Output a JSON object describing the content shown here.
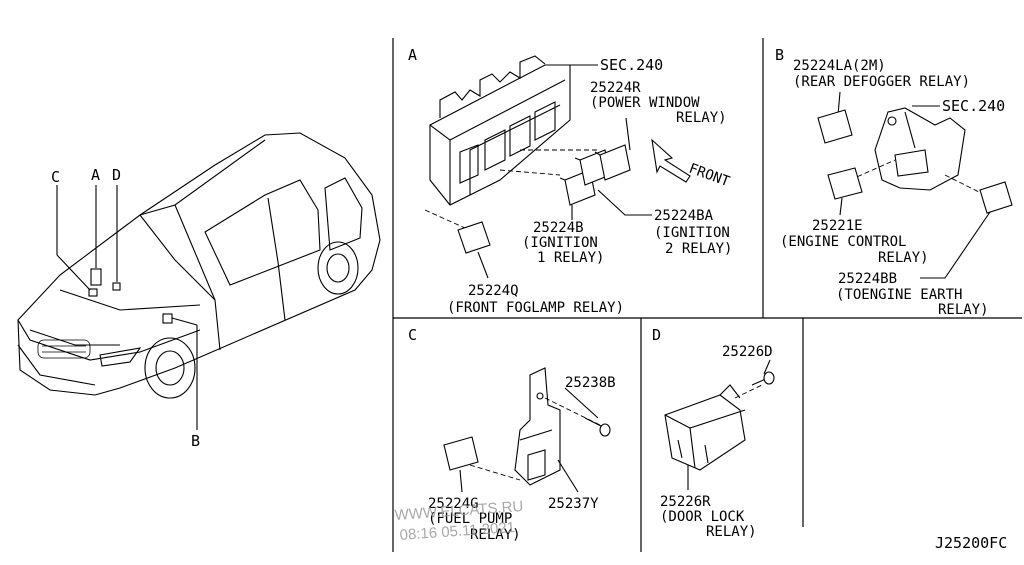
{
  "panels": {
    "a": {
      "letter": "A"
    },
    "b": {
      "letter": "B"
    },
    "c": {
      "letter": "C"
    },
    "d": {
      "letter": "D"
    }
  },
  "car": {
    "callouts": {
      "c": "C",
      "a": "A",
      "d": "D",
      "b": "B"
    }
  },
  "parts_a": {
    "sec": "SEC.240",
    "power_window": {
      "number": "25224R",
      "line1": "(POWER WINDOW",
      "line2": "RELAY)"
    },
    "front": "FRONT",
    "ignition1": {
      "number": "25224B",
      "line1": "(IGNITION",
      "line2": "1 RELAY)"
    },
    "ignition2": {
      "number": "25224BA",
      "line1": "(IGNITION",
      "line2": "2 RELAY)"
    },
    "foglamp": {
      "number": "25224Q",
      "line1": "(FRONT FOGLAMP RELAY)"
    }
  },
  "parts_b": {
    "rear_defogger": {
      "number": "25224LA(2M)",
      "line1": "(REAR DEFOGGER RELAY)"
    },
    "sec": "SEC.240",
    "engine_control": {
      "number": "25221E",
      "line1": "(ENGINE CONTROL",
      "line2": "RELAY)"
    },
    "engine_earth": {
      "number": "25224BB",
      "line1": "(TOENGINE EARTH",
      "line2": "RELAY)"
    }
  },
  "parts_c": {
    "bolt": "25238B",
    "bracket": "25237Y",
    "fuel_pump": {
      "number": "25224G",
      "line1": "(FUEL PUMP",
      "line2": "RELAY)"
    }
  },
  "parts_d": {
    "bolt": "25226D",
    "door_lock": {
      "number": "25226R",
      "line1": "(DOOR LOCK",
      "line2": "RELAY)"
    }
  },
  "diagram_code": "J25200FC",
  "watermark": {
    "line1": "WWW.ELCATS.RU",
    "line2": "08:16 05.11.2021"
  }
}
